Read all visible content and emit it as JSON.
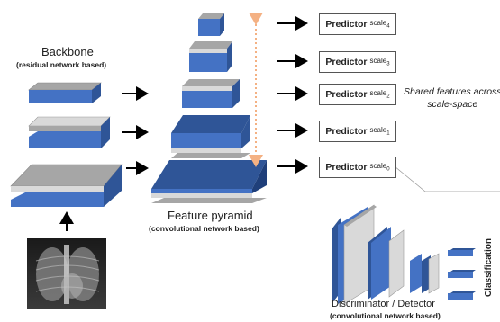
{
  "backbone": {
    "title": "Backbone",
    "subtitle": "(residual network based)"
  },
  "pyramid": {
    "title": "Feature pyramid",
    "subtitle": "(convolutional network based)"
  },
  "predictors": [
    {
      "label": "Predictor",
      "scale": "scale",
      "index": "4"
    },
    {
      "label": "Predictor",
      "scale": "scale",
      "index": "3"
    },
    {
      "label": "Predictor",
      "scale": "scale",
      "index": "2"
    },
    {
      "label": "Predictor",
      "scale": "scale",
      "index": "1"
    },
    {
      "label": "Predictor",
      "scale": "scale",
      "index": "0"
    }
  ],
  "shared_note": {
    "line1": "Shared features across",
    "line2": "scale-space"
  },
  "discriminator": {
    "title": "Discriminator / Detector",
    "subtitle": "(convolutional network based)"
  },
  "classification": "Classification",
  "colors": {
    "blue": "#4472c4",
    "blue_dark": "#2f5597",
    "gray": "#a6a6a6",
    "gray_light": "#d9d9d9",
    "orange": "#f4b183"
  }
}
